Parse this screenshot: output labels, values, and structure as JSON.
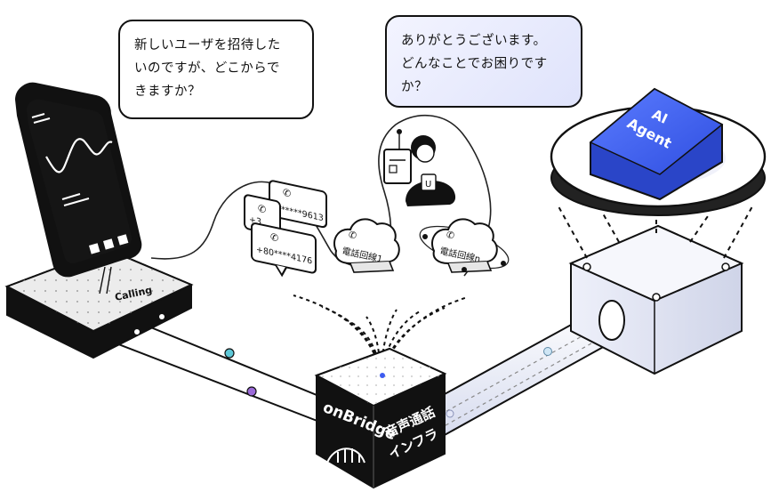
{
  "bubbles": {
    "user": {
      "line1": "新しいユーザを招待した",
      "line2": "いのですが、どこからで",
      "line3": "きますか？"
    },
    "agent": {
      "line1": "ありがとうございます。",
      "line2": "どんなことでお困りです",
      "line3": "か？"
    }
  },
  "phone_base_label": "Calling",
  "cards": {
    "c1": "+*****9613",
    "c2": "+80****4176",
    "c3": "+3"
  },
  "clouds": {
    "cloud1": "電話回線1",
    "cloud2": "電話回線n"
  },
  "operator": {
    "badge": "U"
  },
  "hub": {
    "brand": "onBridge",
    "line1": "音声通話",
    "line2": "インフラ"
  },
  "ai": {
    "line1": "AI",
    "line2": "Agent"
  },
  "colors": {
    "accent_blue": "#3d5cf0",
    "dot_teal": "#5ec8d8",
    "dot_purple": "#9b6ad8"
  }
}
